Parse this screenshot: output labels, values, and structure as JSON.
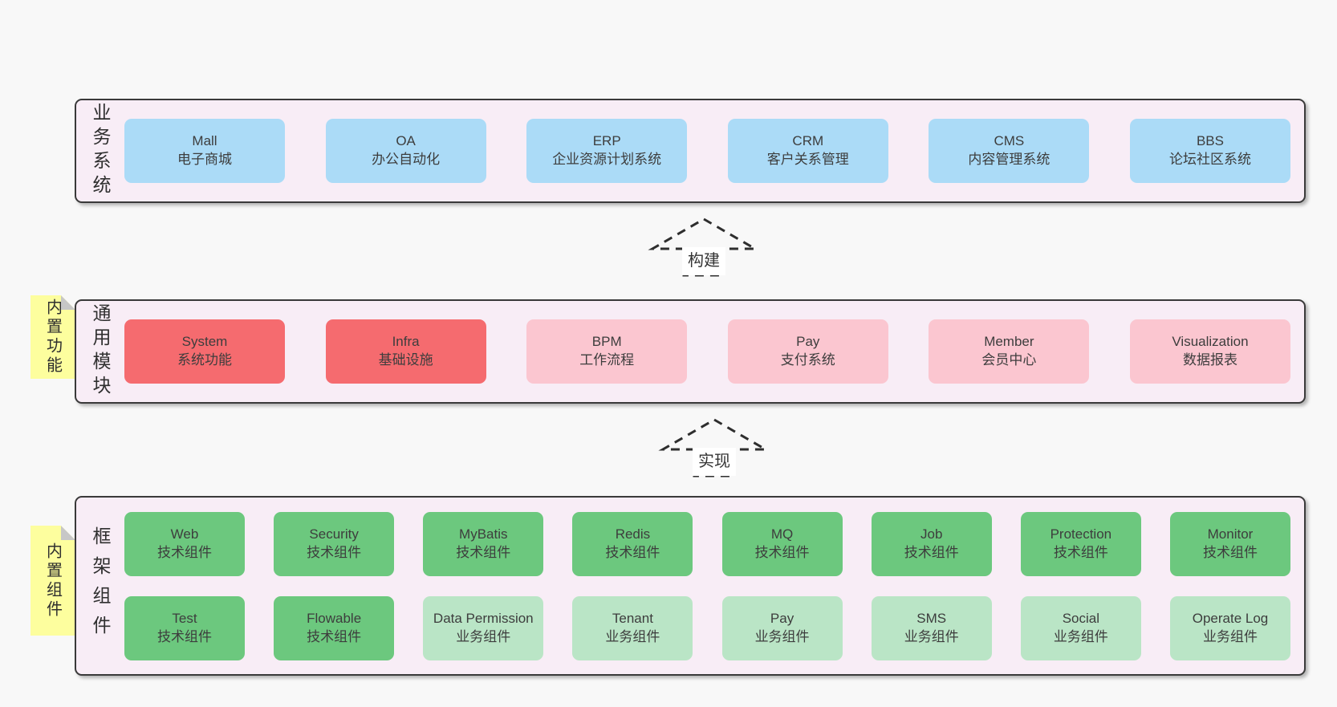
{
  "palette": {
    "background": "#f8f8f8",
    "panel": "#f8edf6",
    "panel_border": "#3a3a3a",
    "blue": "#abdbf7",
    "red": "#f56b6f",
    "pink": "#fbc6d0",
    "green": "#6cc87e",
    "light_green": "#bae5c6",
    "note_yellow": "#fdfe9e",
    "fold_gray": "#c7c7c7",
    "text": "#3d3d3d"
  },
  "notes": [
    {
      "text": "内置功能"
    },
    {
      "text": "内置组件"
    }
  ],
  "arrows": [
    {
      "label": "构建"
    },
    {
      "label": "实现"
    }
  ],
  "layers": [
    {
      "side_label": "业务系统",
      "rows": [
        [
          {
            "en": "Mall",
            "zh": "电子商城",
            "tone": "blue"
          },
          {
            "en": "OA",
            "zh": "办公自动化",
            "tone": "blue"
          },
          {
            "en": "ERP",
            "zh": "企业资源计划系统",
            "tone": "blue"
          },
          {
            "en": "CRM",
            "zh": "客户关系管理",
            "tone": "blue"
          },
          {
            "en": "CMS",
            "zh": "内容管理系统",
            "tone": "blue"
          },
          {
            "en": "BBS",
            "zh": "论坛社区系统",
            "tone": "blue"
          }
        ]
      ]
    },
    {
      "side_label": "通用模块",
      "rows": [
        [
          {
            "en": "System",
            "zh": "系统功能",
            "tone": "red"
          },
          {
            "en": "Infra",
            "zh": "基础设施",
            "tone": "red"
          },
          {
            "en": "BPM",
            "zh": "工作流程",
            "tone": "pink"
          },
          {
            "en": "Pay",
            "zh": "支付系统",
            "tone": "pink"
          },
          {
            "en": "Member",
            "zh": "会员中心",
            "tone": "pink"
          },
          {
            "en": "Visualization",
            "zh": "数据报表",
            "tone": "pink"
          }
        ]
      ]
    },
    {
      "side_label": "框架组件",
      "rows": [
        [
          {
            "en": "Web",
            "zh": "技术组件",
            "tone": "green"
          },
          {
            "en": "Security",
            "zh": "技术组件",
            "tone": "green"
          },
          {
            "en": "MyBatis",
            "zh": "技术组件",
            "tone": "green"
          },
          {
            "en": "Redis",
            "zh": "技术组件",
            "tone": "green"
          },
          {
            "en": "MQ",
            "zh": "技术组件",
            "tone": "green"
          },
          {
            "en": "Job",
            "zh": "技术组件",
            "tone": "green"
          },
          {
            "en": "Protection",
            "zh": "技术组件",
            "tone": "green"
          },
          {
            "en": "Monitor",
            "zh": "技术组件",
            "tone": "green"
          }
        ],
        [
          {
            "en": "Test",
            "zh": "技术组件",
            "tone": "green"
          },
          {
            "en": "Flowable",
            "zh": "技术组件",
            "tone": "green"
          },
          {
            "en": "Data Permission",
            "zh": "业务组件",
            "tone": "lightgreen"
          },
          {
            "en": "Tenant",
            "zh": "业务组件",
            "tone": "lightgreen"
          },
          {
            "en": "Pay",
            "zh": "业务组件",
            "tone": "lightgreen"
          },
          {
            "en": "SMS",
            "zh": "业务组件",
            "tone": "lightgreen"
          },
          {
            "en": "Social",
            "zh": "业务组件",
            "tone": "lightgreen"
          },
          {
            "en": "Operate Log",
            "zh": "业务组件",
            "tone": "lightgreen"
          }
        ]
      ]
    }
  ]
}
